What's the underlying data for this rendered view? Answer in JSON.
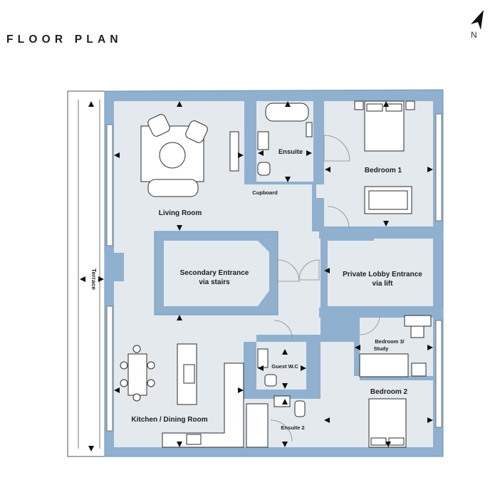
{
  "title": "FLOOR PLAN",
  "north": "N",
  "rooms": {
    "living_room": "Living Room",
    "ensuite": "Ensuite",
    "bedroom1": "Bedroom 1",
    "cupboard": "Cupboard",
    "secondary_entrance_1": "Secondary Entrance",
    "secondary_entrance_2": "via stairs",
    "private_lobby_1": "Private Lobby Entrance",
    "private_lobby_2": "via lift",
    "bedroom3_1": "Bedroom 3/",
    "bedroom3_2": "Study",
    "guest_wc": "Guest W.C",
    "bedroom2": "Bedroom 2",
    "kitchen": "Kitchen / Dining Room",
    "ensuite2": "Ensuite 2",
    "terrace": "Terrace"
  },
  "colors": {
    "wall": "#8fb1cf",
    "wall_stroke": "#6e94b6",
    "floor": "#e4e9ee",
    "furniture_stroke": "#2d2d2d",
    "text": "#1e1e1e"
  }
}
